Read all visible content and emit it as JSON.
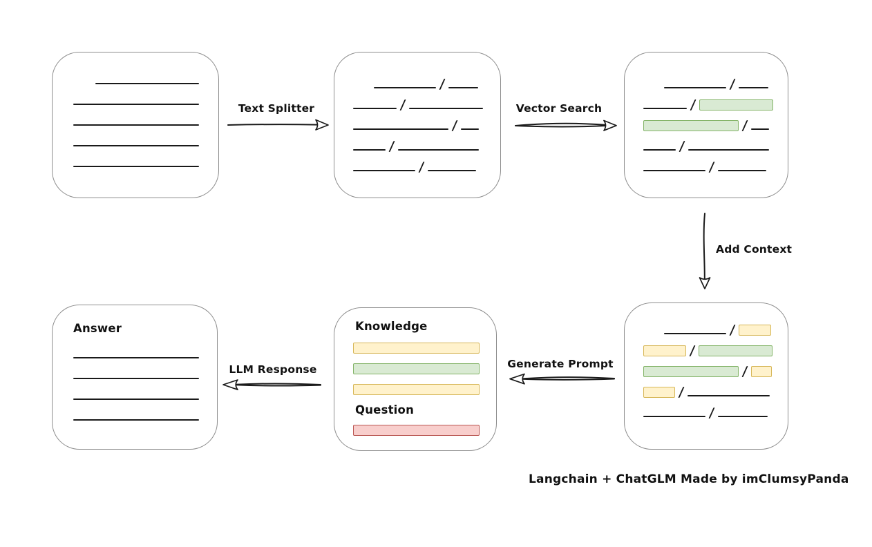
{
  "caption": "Langchain + ChatGLM Made by imClumsyPanda",
  "separator": "/",
  "colors": {
    "green_fill": "#D9EAD3",
    "green_border": "#82B366",
    "yellow_fill": "#FFF2CC",
    "yellow_border": "#D6B656",
    "red_fill": "#F8CECC",
    "red_border": "#B85450",
    "box_border": "#8C8C8C",
    "line": "#1A1A1A"
  },
  "labels": {
    "text_splitter": "Text Splitter",
    "vector_search": "Vector Search",
    "add_context": "Add Context",
    "generate_prompt": "Generate Prompt",
    "llm_response": "LLM Response",
    "knowledge": "Knowledge",
    "question": "Question",
    "answer": "Answer"
  },
  "boxes": {
    "document": {
      "rows": [
        {
          "indent": 62,
          "segments": [
            {
              "kind": "line",
              "w": 150
            }
          ]
        },
        {
          "indent": 30,
          "segments": [
            {
              "kind": "line",
              "w": 182
            }
          ]
        },
        {
          "indent": 30,
          "segments": [
            {
              "kind": "line",
              "w": 182
            }
          ]
        },
        {
          "indent": 30,
          "segments": [
            {
              "kind": "line",
              "w": 182
            }
          ]
        },
        {
          "indent": 30,
          "segments": [
            {
              "kind": "line",
              "w": 182
            }
          ]
        }
      ]
    },
    "split_chunks": {
      "rows": [
        {
          "indent": 57,
          "segments": [
            {
              "kind": "line",
              "w": 90
            },
            {
              "kind": "line",
              "w": 43
            }
          ]
        },
        {
          "indent": 27,
          "segments": [
            {
              "kind": "line",
              "w": 63
            },
            {
              "kind": "line",
              "w": 107
            }
          ]
        },
        {
          "indent": 27,
          "segments": [
            {
              "kind": "line",
              "w": 138
            },
            {
              "kind": "line",
              "w": 26
            }
          ]
        },
        {
          "indent": 27,
          "segments": [
            {
              "kind": "line",
              "w": 47
            },
            {
              "kind": "line",
              "w": 117
            }
          ]
        },
        {
          "indent": 27,
          "segments": [
            {
              "kind": "line",
              "w": 90
            },
            {
              "kind": "line",
              "w": 70
            }
          ]
        }
      ]
    },
    "matched_chunks": {
      "rows": [
        {
          "indent": 57,
          "segments": [
            {
              "kind": "line",
              "w": 90
            },
            {
              "kind": "line",
              "w": 43
            }
          ]
        },
        {
          "indent": 27,
          "segments": [
            {
              "kind": "line",
              "w": 63
            },
            {
              "kind": "green",
              "w": 107
            }
          ]
        },
        {
          "indent": 27,
          "segments": [
            {
              "kind": "green",
              "w": 138
            },
            {
              "kind": "line",
              "w": 26
            }
          ]
        },
        {
          "indent": 27,
          "segments": [
            {
              "kind": "line",
              "w": 47
            },
            {
              "kind": "line",
              "w": 117
            }
          ]
        },
        {
          "indent": 27,
          "segments": [
            {
              "kind": "line",
              "w": 90
            },
            {
              "kind": "line",
              "w": 70
            }
          ]
        }
      ]
    },
    "context_chunks": {
      "rows": [
        {
          "indent": 57,
          "segments": [
            {
              "kind": "line",
              "w": 90
            },
            {
              "kind": "yellow",
              "w": 47
            }
          ]
        },
        {
          "indent": 27,
          "segments": [
            {
              "kind": "yellow",
              "w": 62
            },
            {
              "kind": "green",
              "w": 107
            }
          ]
        },
        {
          "indent": 27,
          "segments": [
            {
              "kind": "green",
              "w": 138
            },
            {
              "kind": "yellow",
              "w": 30
            }
          ]
        },
        {
          "indent": 27,
          "segments": [
            {
              "kind": "yellow",
              "w": 46
            },
            {
              "kind": "line",
              "w": 119
            }
          ]
        },
        {
          "indent": 27,
          "segments": [
            {
              "kind": "line",
              "w": 90
            },
            {
              "kind": "line",
              "w": 72
            }
          ]
        }
      ]
    },
    "prompt": {
      "knowledge_bars": [
        "yellow",
        "green",
        "yellow"
      ],
      "question_bars": [
        "red"
      ]
    },
    "answer": {
      "rows": [
        {
          "indent": 30,
          "segments": [
            {
              "kind": "line",
              "w": 182
            }
          ]
        },
        {
          "indent": 30,
          "segments": [
            {
              "kind": "line",
              "w": 182
            }
          ]
        },
        {
          "indent": 30,
          "segments": [
            {
              "kind": "line",
              "w": 182
            }
          ]
        },
        {
          "indent": 30,
          "segments": [
            {
              "kind": "line",
              "w": 182
            }
          ]
        }
      ]
    }
  }
}
